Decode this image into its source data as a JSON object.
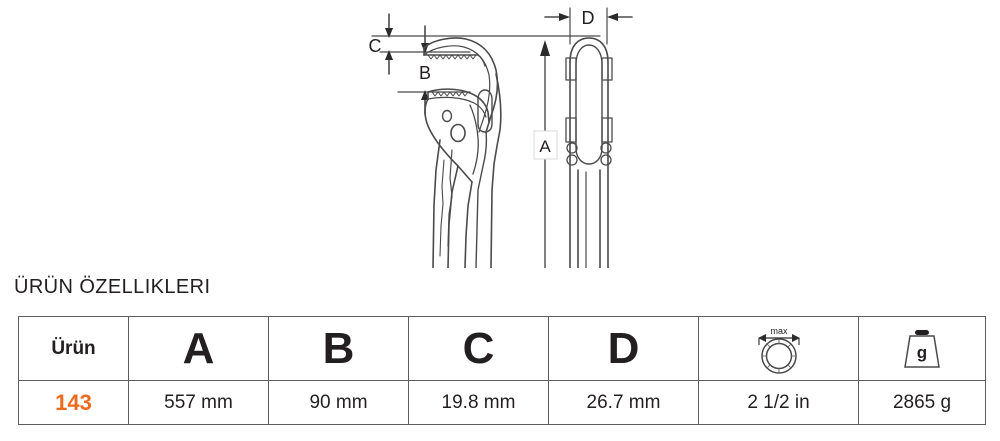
{
  "drawing": {
    "title": "pipe-wrench-technical-drawing",
    "dimension_labels": [
      {
        "id": "A",
        "text": "A",
        "description": "overall length dimension, vertical arrow on right of wrench"
      },
      {
        "id": "B",
        "text": "B",
        "description": "jaw opening dimension, vertical between jaws"
      },
      {
        "id": "C",
        "text": "C",
        "description": "upper jaw thickness dimension"
      },
      {
        "id": "D",
        "text": "D",
        "description": "head width dimension, horizontal at top right"
      }
    ]
  },
  "heading": {
    "text": "ÜRÜN ÖZELLIKLERI"
  },
  "table": {
    "headers": [
      {
        "key": "urun",
        "label": "Ürün",
        "type": "text"
      },
      {
        "key": "a",
        "label": "A",
        "type": "letter"
      },
      {
        "key": "b",
        "label": "B",
        "type": "letter"
      },
      {
        "key": "c",
        "label": "C",
        "type": "letter"
      },
      {
        "key": "d",
        "label": "D",
        "type": "letter"
      },
      {
        "key": "pipe",
        "label": "max",
        "type": "icon",
        "icon": "pipe-capacity-icon"
      },
      {
        "key": "weight",
        "label": "g",
        "type": "icon",
        "icon": "weight-icon"
      }
    ],
    "rows": [
      {
        "urun": "143",
        "a": "557 mm",
        "b": "90 mm",
        "c": "19.8 mm",
        "d": "26.7 mm",
        "pipe": "2 1/2 in",
        "weight": "2865 g"
      }
    ]
  },
  "colors": {
    "accent_orange": "#ED6B1F",
    "text_dark": "#231f20",
    "line_gray": "#5d5d5d",
    "drawing_stroke": "#4a4a4a"
  }
}
